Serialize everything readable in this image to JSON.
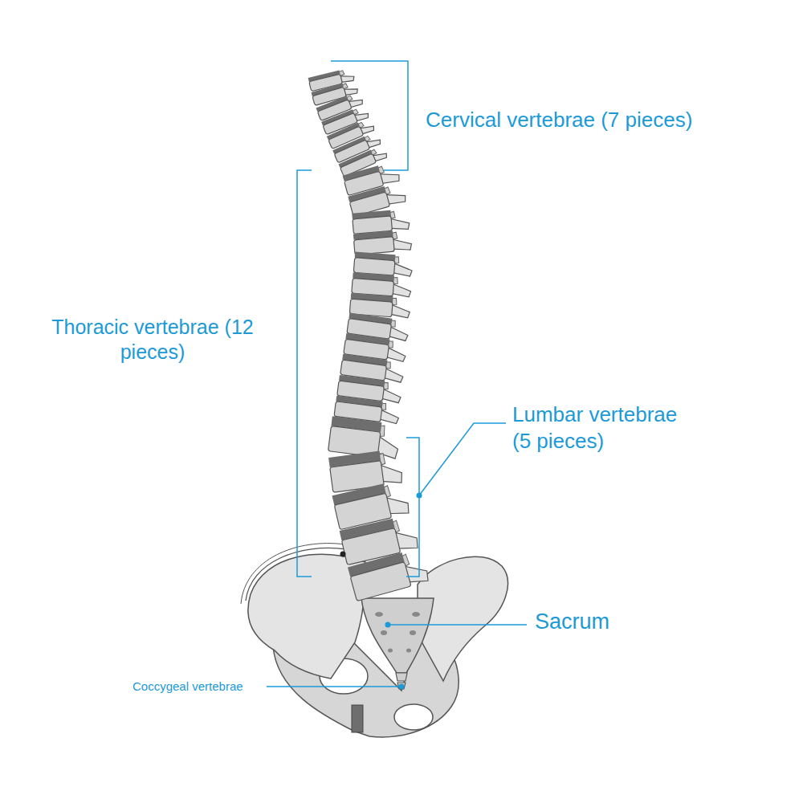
{
  "diagram": {
    "labels": [
      "Cervical vertebrae (7 pieces)",
      "Thoracic vertebrae (12 pieces)",
      "Lumbar vertebrae (5 pieces)",
      "Sacrum",
      "Coccygeal vertebrae"
    ]
  }
}
